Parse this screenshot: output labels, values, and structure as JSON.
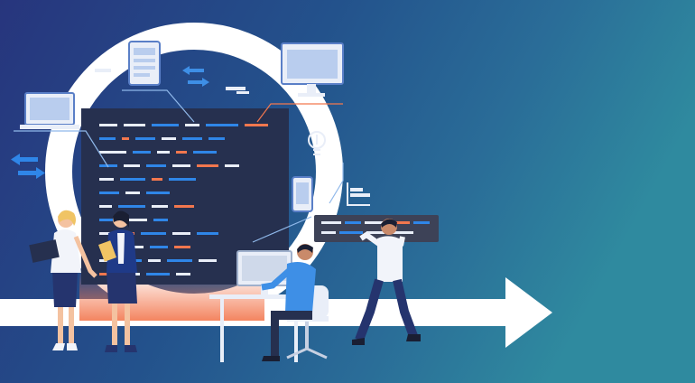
{
  "scene": {
    "kind": "software-development-illustration",
    "background_gradient": [
      "#27357d",
      "#23528c",
      "#2a6d98",
      "#2f8a9f"
    ],
    "ring_color": "#ffffff",
    "code_panel_color": "#26304f",
    "arrow_color": "#ffffff",
    "accent_orange": "#f2774e",
    "accent_blue": "#2f86e8",
    "accent_light": "#e9eef8"
  },
  "icons": [
    "laptop-icon",
    "tablet-icon",
    "monitor-icon",
    "phone-icon",
    "lightbulb-icon",
    "swap-arrows-icon",
    "chart-bars-icon"
  ],
  "people": [
    "woman-with-laptop",
    "woman-with-tablet",
    "man-at-desk",
    "man-carrying-code-board"
  ]
}
